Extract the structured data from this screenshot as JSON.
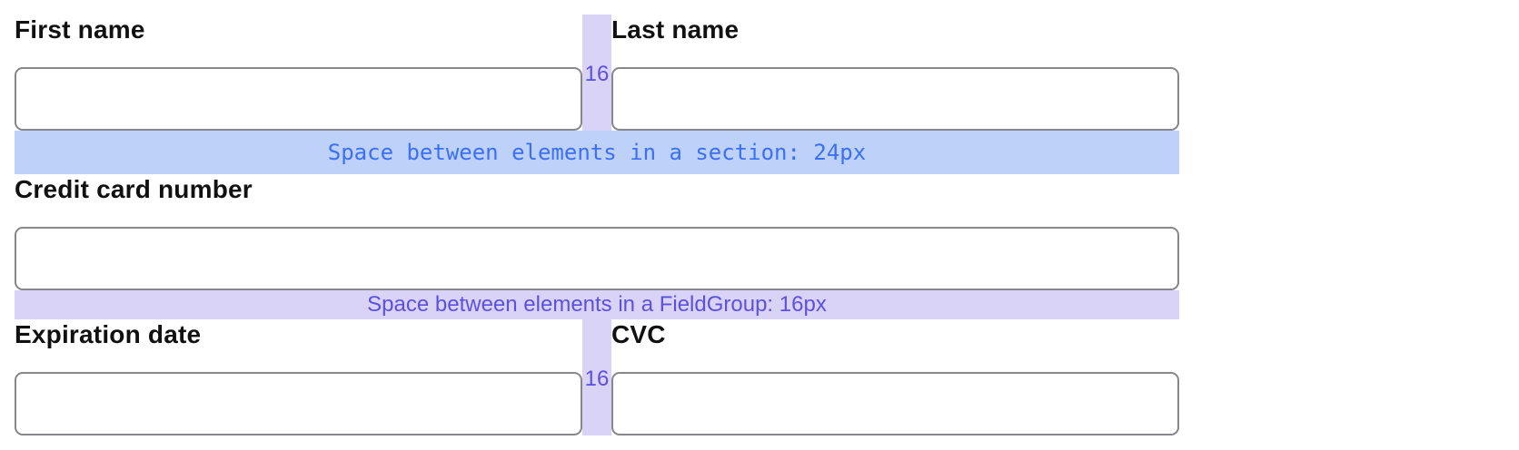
{
  "form": {
    "rows": [
      {
        "fields": [
          {
            "label": "First name"
          },
          {
            "label": "Last name"
          }
        ]
      },
      {
        "fields": [
          {
            "label": "Credit card number"
          }
        ]
      },
      {
        "fields": [
          {
            "label": "Expiration date"
          },
          {
            "label": "CVC"
          }
        ]
      }
    ],
    "input_value": "",
    "input_placeholder": ""
  },
  "annotations": {
    "section_gap_label": "Space between elements in a section: 24px",
    "fieldgroup_gap_label": "Space between elements in a FieldGroup: 16px",
    "column_gap_label": "16"
  },
  "colors": {
    "section-band-bg": "#bdd1f9",
    "section-band-text": "#3c70f3",
    "group-band-bg": "#d8d3f7",
    "group-band-text": "#5d50df",
    "input-border": "#86868b",
    "label-text": "#111111"
  }
}
